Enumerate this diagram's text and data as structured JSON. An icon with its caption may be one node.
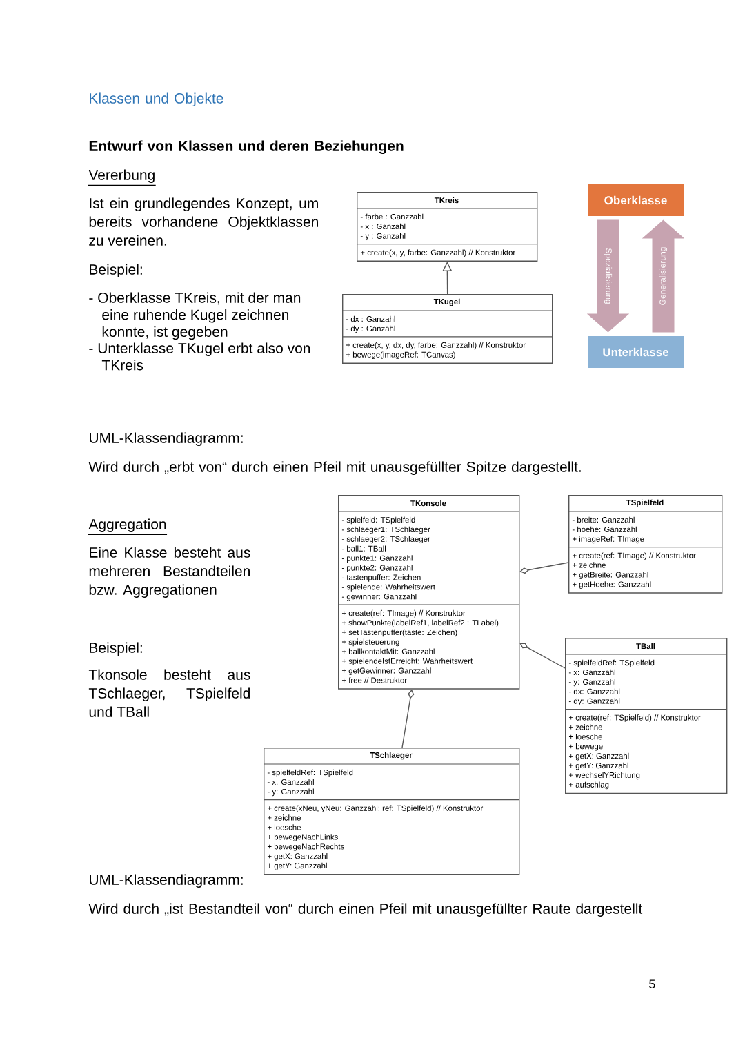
{
  "diagram": {
    "title": "Entwurf von Klassen und deren Beziehungen",
    "nodes": [
      {
        "text": [
          "TKreis",
          "- farbe : Ganzzahl",
          "- x : Ganzahl",
          "- y : Ganzahl",
          "+ create(x, y, farbe: Ganzzahl) // Konstruktor"
        ]
      },
      {
        "text": [
          "Oberklasse"
        ]
      },
      {
        "text": [
          "TKugel",
          "- dx : Ganzahl",
          "- dy : Ganzahl",
          "+ create(x, y, dx, dy, farbe: Ganzzahl) // Konstruktor",
          "+ bewege(imageRef: TCanvas)"
        ]
      },
      {
        "text": [
          "Unterklasse"
        ]
      },
      {
        "text": [
          "TKonsole",
          "- spielfeld: TSpielfeld",
          "- schlaeger1: TSchlaeger",
          "- schlaeger2: TSchlaeger",
          "- ball1: TBall",
          "- punkte1: Ganzzahl",
          "- punkte2: Ganzzahl",
          "- tastenpuffer: Zeichen",
          "- spielende: Wahrheitswert",
          "- gewinner: Ganzzahl",
          "+ create(ref: TImage) // Konstruktor",
          "+ showPunkte(labelRef1, labelRef2 : TLabel)",
          "+ setTastenpuffer(taste: Zeichen)",
          "+ spielsteuerung",
          "+ ballkontaktMit: Ganzzahl",
          "+ spielendeIstErreicht: Wahrheitswert",
          "+ getGewinner: Ganzzahl",
          "+ free // Destruktor"
        ]
      },
      {
        "text": [
          "TSpielfeld",
          "- breite: Ganzzahl",
          "- hoehe: Ganzzahl",
          "+ imageRef: TImage",
          "+ create(ref: TImage) // Konstruktor",
          "+ zeichne",
          "+ getBreite: Ganzzahl",
          "+ getHoehe: Ganzzahl"
        ]
      },
      {
        "text": [
          "TBall",
          "- spielfeldRef: TSpielfeld",
          "- x: Ganzzahl",
          "- y: Ganzzahl",
          "- dx: Ganzzahl",
          "- dy: Ganzzahl",
          "+ create(ref: TSpielfeld) // Konstruktor",
          "+ zeichne",
          "+ loesche",
          "+ bewege",
          "+ getX: Ganzzahl",
          "+ getY: Ganzzahl",
          "+ wechselYRichtung",
          "+ aufschlag"
        ]
      },
      {
        "text": [
          "TSchlaeger",
          "- spielfeldRef: TSpielfeld",
          "- x: Ganzzahl",
          "- y: Ganzzahl",
          "+ create(xNeu, yNeu: Ganzzahl; ref: TSpielfeld) // Konstruktor",
          "+ zeichne",
          "+ loesche",
          "+ bewegeNachLinks",
          "+ bewegeNachRechts",
          "+ getX: Ganzzahl",
          "+ getY: Ganzzahl"
        ]
      }
    ],
    "edges": [
      {
        "from": 2,
        "to": 0,
        "arrow": "to"
      },
      {
        "from": 1,
        "to": 3,
        "arrow": "to",
        "style": "thick",
        "color": "#c7a3b0",
        "label": "Spezialisierung"
      },
      {
        "from": 3,
        "to": 1,
        "arrow": "to",
        "style": "thick",
        "color": "#c7a3b0",
        "label": "Generalisierung"
      },
      {
        "from": 5,
        "to": 4,
        "arrow": "other"
      },
      {
        "from": 6,
        "to": 4,
        "arrow": "other"
      },
      {
        "from": 7,
        "to": 4,
        "arrow": "other"
      }
    ],
    "labels": [
      "Klassen und Objekte",
      "Vererbung",
      "Ist ein grundlegendes Konzept, um bereits vorhandene Objektklassen zu vereinen.",
      "Beispiel:",
      "- Oberklasse TKreis, mit der man eine ruhende Kugel zeichnen konnte, ist gegeben",
      "- Unterklasse TKugel erbt also von TKreis",
      "UML-Klassendiagramm:",
      "Wird durch „erbt von“ durch einen Pfeil mit unausgefüllter Spitze dargestellt.",
      "Aggregation",
      "Eine Klasse besteht aus mehreren Bestandteilen bzw. Aggregationen",
      "Beispiel:",
      "Tkonsole besteht aus TSchlaeger, TSpielfeld und TBall",
      "UML-Klassendiagramm:",
      "Wird durch „ist Bestandteil von“ durch einen Pfeil mit unausgefüllter Raute dargestellt",
      "5"
    ]
  }
}
